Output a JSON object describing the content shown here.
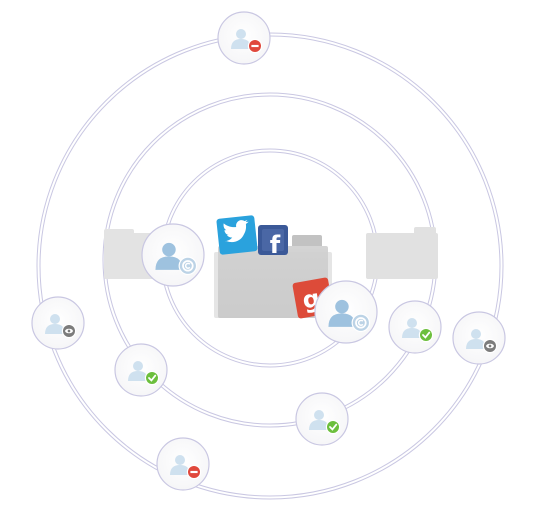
{
  "colors": {
    "ring": "#c9c7e2",
    "folder": "#cbcbcb",
    "folder_light": "#e3e3e3",
    "avatar_body": "#9ec2df",
    "avatar_body_light": "#cfe1ef",
    "badge_remove": "#e0483c",
    "badge_approved": "#6cbf3d",
    "badge_view": "#7c7c7c",
    "badge_owner": "#bcd3e6",
    "twitter": "#2aa2dd",
    "facebook": "#3b5998",
    "google": "#dd4b39"
  },
  "service_icons": {
    "twitter": {
      "label": "twitter-bird"
    },
    "facebook": {
      "label": "f"
    },
    "google": {
      "label": "g"
    }
  },
  "nodes": [
    {
      "id": "top",
      "badge": "remove"
    },
    {
      "id": "owner-left",
      "badge": "owner"
    },
    {
      "id": "owner-right",
      "badge": "owner"
    },
    {
      "id": "far-left",
      "badge": "view"
    },
    {
      "id": "far-right",
      "badge": "view"
    },
    {
      "id": "mid-left",
      "badge": "approved"
    },
    {
      "id": "mid-right",
      "badge": "approved"
    },
    {
      "id": "lower-middle",
      "badge": "approved"
    },
    {
      "id": "bottom",
      "badge": "remove"
    }
  ]
}
